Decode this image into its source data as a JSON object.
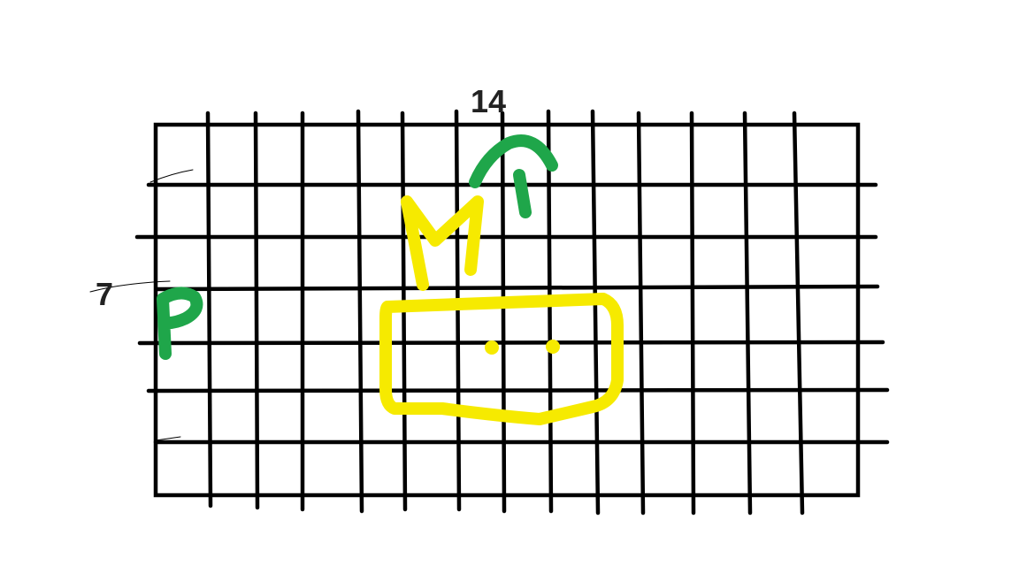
{
  "labels": {
    "top": "14",
    "left": "7"
  },
  "grid": {
    "columns": 14,
    "rows": 7
  },
  "marks": {
    "green_letter": "P",
    "yellow_letter": "M",
    "green_arrow": "up"
  },
  "colors": {
    "grid": "#000000",
    "green": "#1fa64a",
    "yellow": "#f6ea00",
    "label": "#222222"
  }
}
